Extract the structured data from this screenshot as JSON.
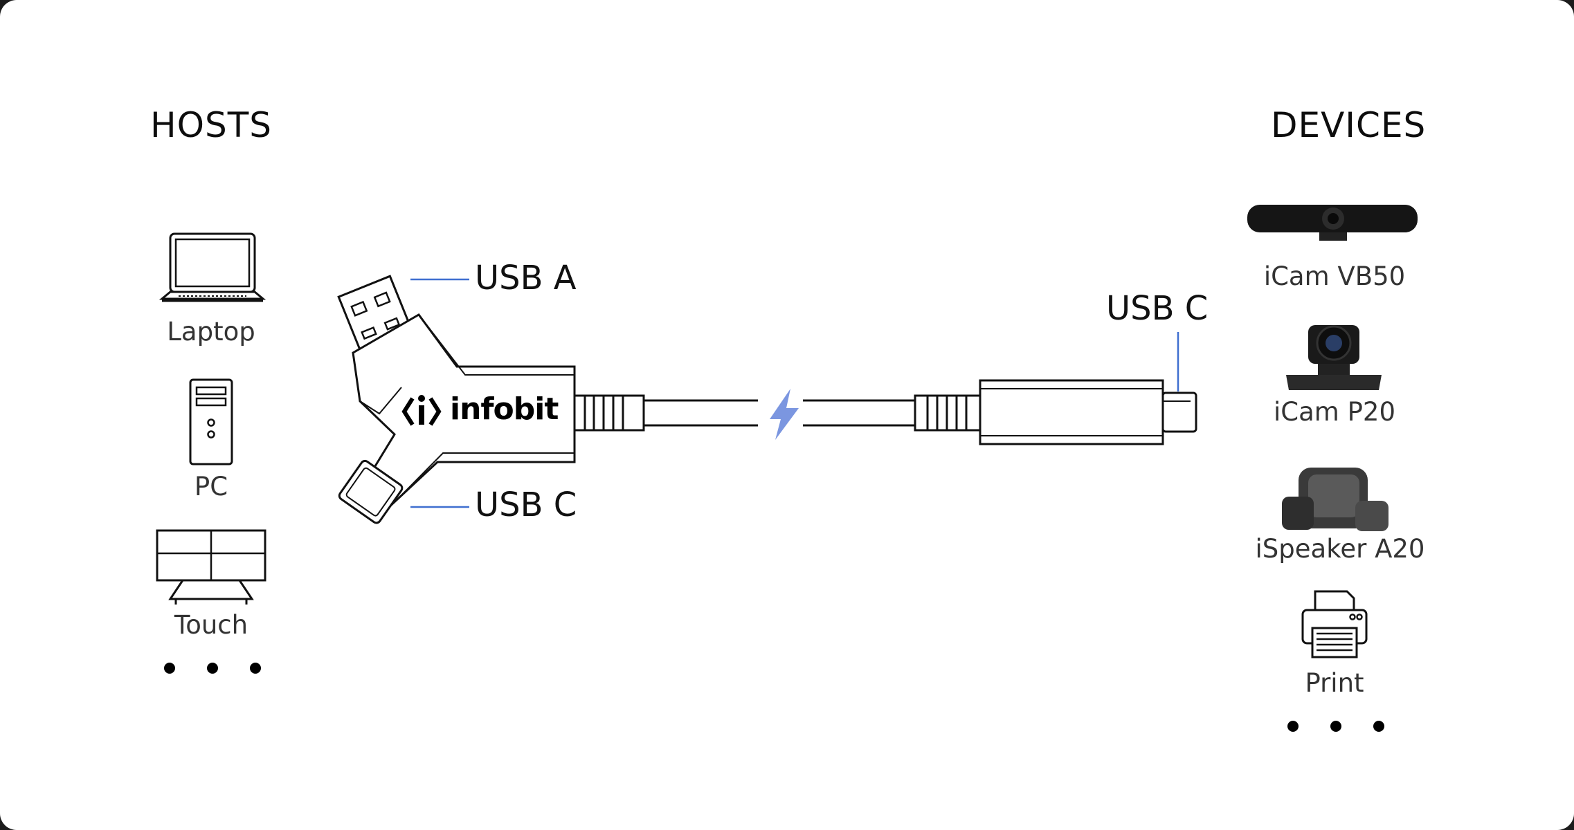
{
  "hosts": {
    "title": "HOSTS",
    "items": [
      {
        "label": "Laptop",
        "icon": "laptop-icon"
      },
      {
        "label": "PC",
        "icon": "pc-tower-icon"
      },
      {
        "label": "Touch",
        "icon": "touch-display-icon"
      }
    ]
  },
  "devices": {
    "title": "DEVICES",
    "items": [
      {
        "label": "iCam VB50",
        "icon": "video-bar-icon"
      },
      {
        "label": "iCam P20",
        "icon": "ptz-camera-icon"
      },
      {
        "label": "iSpeaker A20",
        "icon": "speaker-set-icon"
      },
      {
        "label": "Print",
        "icon": "printer-icon"
      }
    ]
  },
  "cable": {
    "brand": "infobit",
    "host_port_a": "USB A",
    "host_port_c": "USB C",
    "device_port": "USB C",
    "accent_color": "#3f6fd0",
    "bolt_color": "#7b96e0"
  }
}
